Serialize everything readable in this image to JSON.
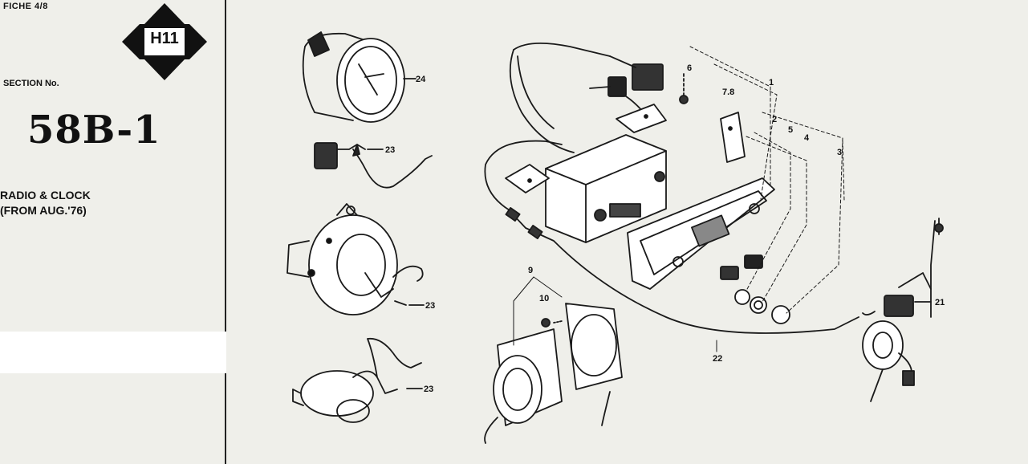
{
  "header": {
    "fiche": "FICHE  4/8",
    "badge": "H11",
    "section_label": "SECTION  No.",
    "section_number": "58B-1",
    "title_line1": "RADIO & CLOCK",
    "title_line2": "(FROM AUG.'76)"
  },
  "callouts": {
    "c1": "1",
    "c2": "2",
    "c3": "3",
    "c4": "4",
    "c5": "5",
    "c6": "6",
    "c78": "7.8",
    "c9": "9",
    "c10": "10",
    "c21": "21",
    "c22": "22",
    "c23a": "23",
    "c23b": "23",
    "c23c": "23",
    "c24": "24"
  }
}
